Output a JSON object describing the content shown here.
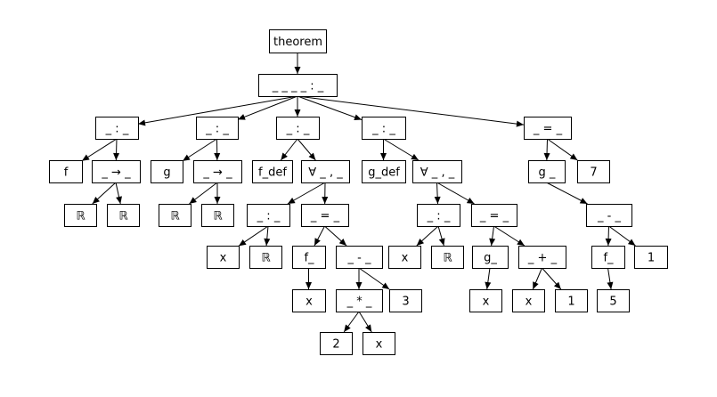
{
  "tree": {
    "label": "theorem",
    "children": [
      {
        "label": "_ _ _ _ : _",
        "children": [
          {
            "label": "_ : _",
            "children": [
              {
                "label": "f",
                "children": []
              },
              {
                "label": "_ → _",
                "children": [
                  {
                    "label": "ℝ",
                    "children": []
                  },
                  {
                    "label": "ℝ",
                    "children": []
                  }
                ]
              }
            ]
          },
          {
            "label": "_ : _",
            "children": [
              {
                "label": "g",
                "children": []
              },
              {
                "label": "_ → _",
                "children": [
                  {
                    "label": "ℝ",
                    "children": []
                  },
                  {
                    "label": "ℝ",
                    "children": []
                  }
                ]
              }
            ]
          },
          {
            "label": "_ : _",
            "children": [
              {
                "label": "f_def",
                "children": []
              },
              {
                "label": "∀ _ , _",
                "children": [
                  {
                    "label": "_ : _",
                    "children": [
                      {
                        "label": "x",
                        "children": []
                      },
                      {
                        "label": "ℝ",
                        "children": []
                      }
                    ]
                  },
                  {
                    "label": "_ = _",
                    "children": [
                      {
                        "label": "f_",
                        "children": [
                          {
                            "label": "x",
                            "children": []
                          }
                        ]
                      },
                      {
                        "label": "_ - _",
                        "children": [
                          {
                            "label": "_ * _",
                            "children": [
                              {
                                "label": "2",
                                "children": []
                              },
                              {
                                "label": "x",
                                "children": []
                              }
                            ]
                          },
                          {
                            "label": "3",
                            "children": []
                          }
                        ]
                      }
                    ]
                  }
                ]
              }
            ]
          },
          {
            "label": "_ : _",
            "children": [
              {
                "label": "g_def",
                "children": []
              },
              {
                "label": "∀ _ , _",
                "children": [
                  {
                    "label": "_ : _",
                    "children": [
                      {
                        "label": "x",
                        "children": []
                      },
                      {
                        "label": "ℝ",
                        "children": []
                      }
                    ]
                  },
                  {
                    "label": "_ = _",
                    "children": [
                      {
                        "label": "g_",
                        "children": [
                          {
                            "label": "x",
                            "children": []
                          }
                        ]
                      },
                      {
                        "label": "_ + _",
                        "children": [
                          {
                            "label": "x",
                            "children": []
                          },
                          {
                            "label": "1",
                            "children": []
                          }
                        ]
                      }
                    ]
                  }
                ]
              }
            ]
          },
          {
            "label": "_ = _",
            "children": [
              {
                "label": "g _",
                "children": [
                  {
                    "label": "_ - _",
                    "children": [
                      {
                        "label": "f_",
                        "children": [
                          {
                            "label": "5",
                            "children": []
                          }
                        ]
                      },
                      {
                        "label": "1",
                        "children": []
                      }
                    ]
                  }
                ]
              },
              {
                "label": "7",
                "children": []
              }
            ]
          }
        ]
      }
    ]
  }
}
